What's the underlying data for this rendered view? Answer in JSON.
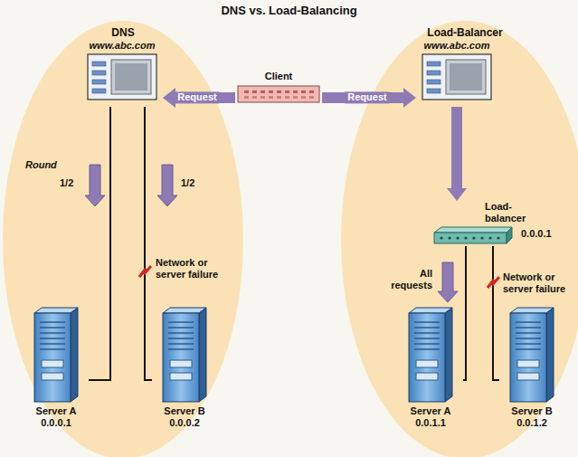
{
  "diagram": {
    "title": "DNS vs. Load-Balancing",
    "nodes": [
      {
        "text": [
          "DNS"
        ]
      },
      {
        "text": [
          "Client"
        ]
      },
      {
        "text": [
          "Load-Balancer"
        ]
      },
      {
        "text": [
          "www.abc.com"
        ],
        "in": 0
      },
      {
        "text": [
          "www.abc.com"
        ],
        "in": 2
      },
      {
        "text": [
          "Load-balancer",
          "0.0.0.1"
        ],
        "in": 2
      },
      {
        "text": [
          "Server A",
          "0.0.0.1"
        ],
        "in": 0
      },
      {
        "text": [
          "Server B",
          "0.0.0.2"
        ],
        "in": 0
      },
      {
        "text": [
          "Server A",
          "0.0.1.1"
        ],
        "in": 2
      },
      {
        "text": [
          "Server B",
          "0.0.1.2"
        ],
        "in": 2
      }
    ],
    "edges": [
      {
        "from": 1,
        "to": 3,
        "arrow": "to",
        "label": "Request"
      },
      {
        "from": 1,
        "to": 4,
        "arrow": "to",
        "label": "Request"
      },
      {
        "from": 3,
        "to": 6,
        "arrow": "none"
      },
      {
        "from": 3,
        "to": 7,
        "arrow": "none"
      },
      {
        "from": 4,
        "to": 5,
        "arrow": "to"
      },
      {
        "from": 5,
        "to": 8,
        "arrow": "none"
      },
      {
        "from": 5,
        "to": 9,
        "arrow": "none"
      }
    ],
    "labels": [
      "Round",
      "1/2",
      "1/2",
      "Network or server failure",
      "All requests",
      "Network or server failure"
    ]
  }
}
